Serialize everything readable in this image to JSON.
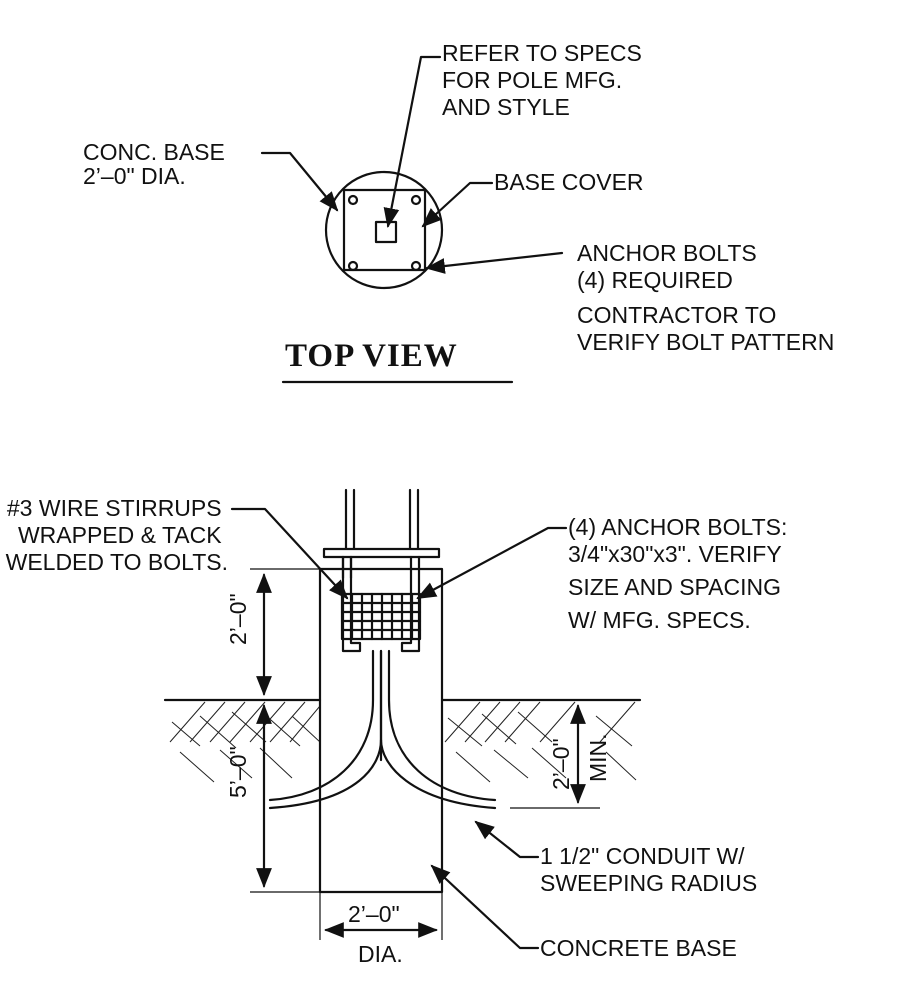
{
  "top_view": {
    "title": "TOP VIEW",
    "note_pole": [
      "REFER TO SPECS",
      "FOR POLE MFG.",
      "AND STYLE"
    ],
    "note_base": [
      "CONC. BASE",
      "2’–0\" DIA."
    ],
    "note_cover": [
      "BASE COVER"
    ],
    "note_bolts": [
      "ANCHOR BOLTS",
      "(4) REQUIRED",
      "CONTRACTOR TO",
      "VERIFY BOLT PATTERN"
    ]
  },
  "section": {
    "note_stirrups": [
      "#3 WIRE STIRRUPS",
      "WRAPPED & TACK",
      "WELDED TO BOLTS."
    ],
    "note_anchor": [
      "(4) ANCHOR BOLTS:",
      "3/4\"x30\"x3\". VERIFY",
      "SIZE AND SPACING",
      "W/ MFG. SPECS."
    ],
    "note_conduit": [
      "1 1/2\" CONDUIT W/",
      "SWEEPING RADIUS"
    ],
    "note_concrete": [
      "CONCRETE BASE"
    ],
    "dim_above_grade": "2’–0\"",
    "dim_below_grade": "5’–0\"",
    "dim_min_depth": "2’–0\"",
    "dim_min_label": "MIN.",
    "dim_width": "2’–0\"",
    "dim_width_label": "DIA."
  }
}
